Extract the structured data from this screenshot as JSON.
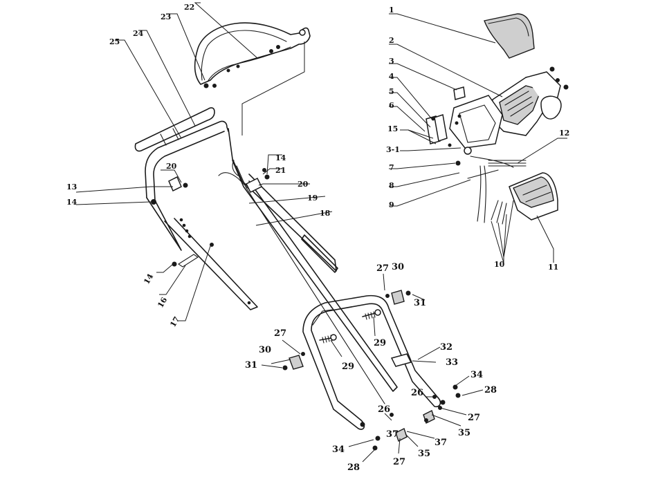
{
  "diagram": {
    "type": "exploded parts diagram",
    "callouts": {
      "c1": "1",
      "c2": "2",
      "c3": "3",
      "c3_1": "3-1",
      "c4": "4",
      "c5": "5",
      "c6": "6",
      "c7": "7",
      "c8": "8",
      "c9": "9",
      "c10": "10",
      "c11": "11",
      "c12": "12",
      "c13": "13",
      "c14a": "14",
      "c14b": "14",
      "c14c": "14",
      "c15": "15",
      "c16": "16",
      "c17": "17",
      "c18": "18",
      "c19": "19",
      "c20a": "20",
      "c20b": "20",
      "c21": "21",
      "c22": "22",
      "c23": "23",
      "c24": "24",
      "c25": "25",
      "c26a": "26",
      "c26b": "26",
      "c27a": "27",
      "c27b": "27",
      "c27c": "27",
      "c27d": "27",
      "c28a": "28",
      "c28b": "28",
      "c29a": "29",
      "c29b": "29",
      "c30a": "30",
      "c30b": "30",
      "c31a": "31",
      "c31b": "31",
      "c32": "32",
      "c33": "33",
      "c34a": "34",
      "c34b": "34",
      "c35a": "35",
      "c35b": "35",
      "c37a": "37",
      "c37b": "37"
    }
  }
}
